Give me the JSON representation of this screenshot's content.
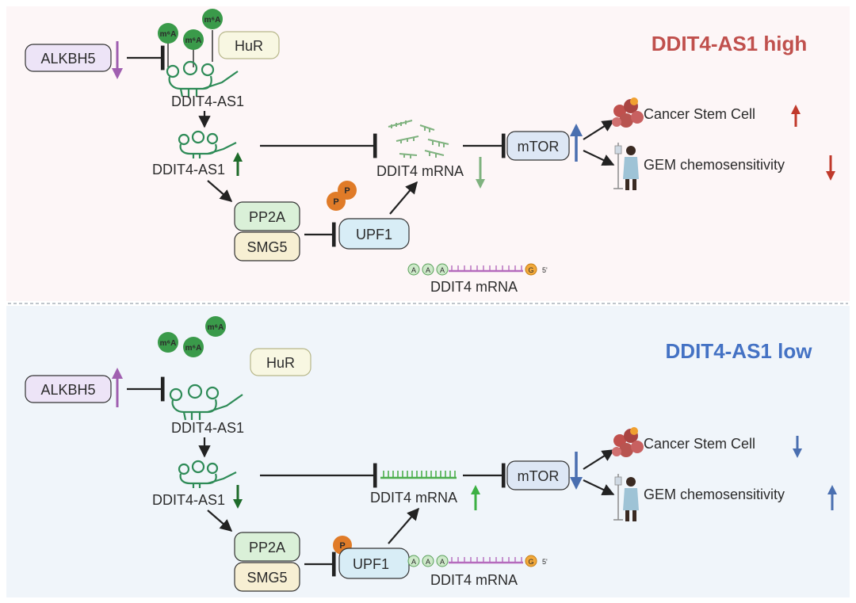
{
  "colors": {
    "top_bg": "#fdf6f7",
    "bottom_bg": "#f0f5fa",
    "high_title": "#c0504d",
    "low_title": "#4472c4",
    "m6a_green": "#3a9a4a",
    "rna_green": "#2e8b57",
    "purple": "#a05fb0",
    "dark_green": "#1e6b2a",
    "red": "#c0392b",
    "blue": "#4a6fb0",
    "orange": "#e07b28"
  },
  "top": {
    "title": "DDIT4-AS1 high",
    "alkbh5": "ALKBH5",
    "hur": "HuR",
    "m6a": "m⁶A",
    "rna_label_1": "DDIT4-AS1",
    "rna_label_2": "DDIT4-AS1",
    "pp2a": "PP2A",
    "smg5": "SMG5",
    "upf1": "UPF1",
    "p": "P",
    "ddit4_mrna": "DDIT4 mRNA",
    "mtor": "mTOR",
    "csc": "Cancer Stem Cell",
    "gem": "GEM chemosensitivity",
    "mrna_bottom": "DDIT4 mRNA",
    "a": "A",
    "g": "G",
    "five_prime": "5'"
  },
  "bottom": {
    "title": "DDIT4-AS1 low",
    "alkbh5": "ALKBH5",
    "hur": "HuR",
    "m6a": "m⁶A",
    "rna_label_1": "DDIT4-AS1",
    "rna_label_2": "DDIT4-AS1",
    "pp2a": "PP2A",
    "smg5": "SMG5",
    "upf1": "UPF1",
    "p": "P",
    "ddit4_mrna": "DDIT4 mRNA",
    "mtor": "mTOR",
    "csc": "Cancer Stem Cell",
    "gem": "GEM chemosensitivity",
    "mrna_bottom": "DDIT4 mRNA",
    "a": "A",
    "g": "G",
    "five_prime": "5'"
  },
  "icons": {
    "tumor": "tumor-cells-icon",
    "patient": "patient-iv-icon",
    "rna": "rna-hairpin-icon",
    "m6a": "m6a-modification-icon",
    "phosphate": "phosphate-icon",
    "arrow_up": "arrow-up-icon",
    "arrow_down": "arrow-down-icon"
  }
}
